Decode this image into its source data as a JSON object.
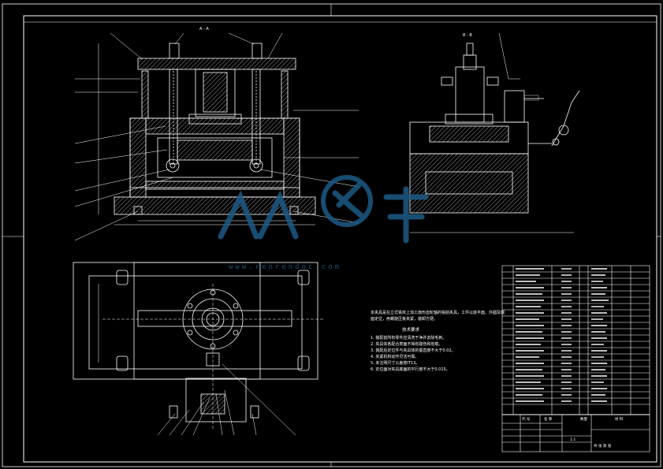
{
  "views": {
    "section_a": {
      "label": "A - A"
    },
    "section_b": {
      "label": "B - B"
    }
  },
  "watermark": {
    "url": "www.renrendoc.com"
  },
  "notes": {
    "description": "本夹具是在立式铣床上加工扇形齿轮轴的铣削夹具，工件以底平面、外圆及端面定位，用螺旋压板夹紧，装卸方便。",
    "heading": "技术要求",
    "items": [
      "1. 装配前所有零件应清洗干净并去除毛刺。",
      "2. 夹具体各配合表面不得有碰伤和划痕。",
      "3. 装配后定位件与夹具体的垂直度不大于0.02。",
      "4. 夹紧机构动作灵活可靠。",
      "5. 未注明尺寸公差按IT13。",
      "6. 定位面对夹具底面的平行度不大于0.015。"
    ]
  },
  "title_block": {
    "header_code": "代 号",
    "header_name": "名 称",
    "header_qty": "数量",
    "header_material": "材 料",
    "scale": "1:1",
    "sheet": "共 张 第 张"
  }
}
